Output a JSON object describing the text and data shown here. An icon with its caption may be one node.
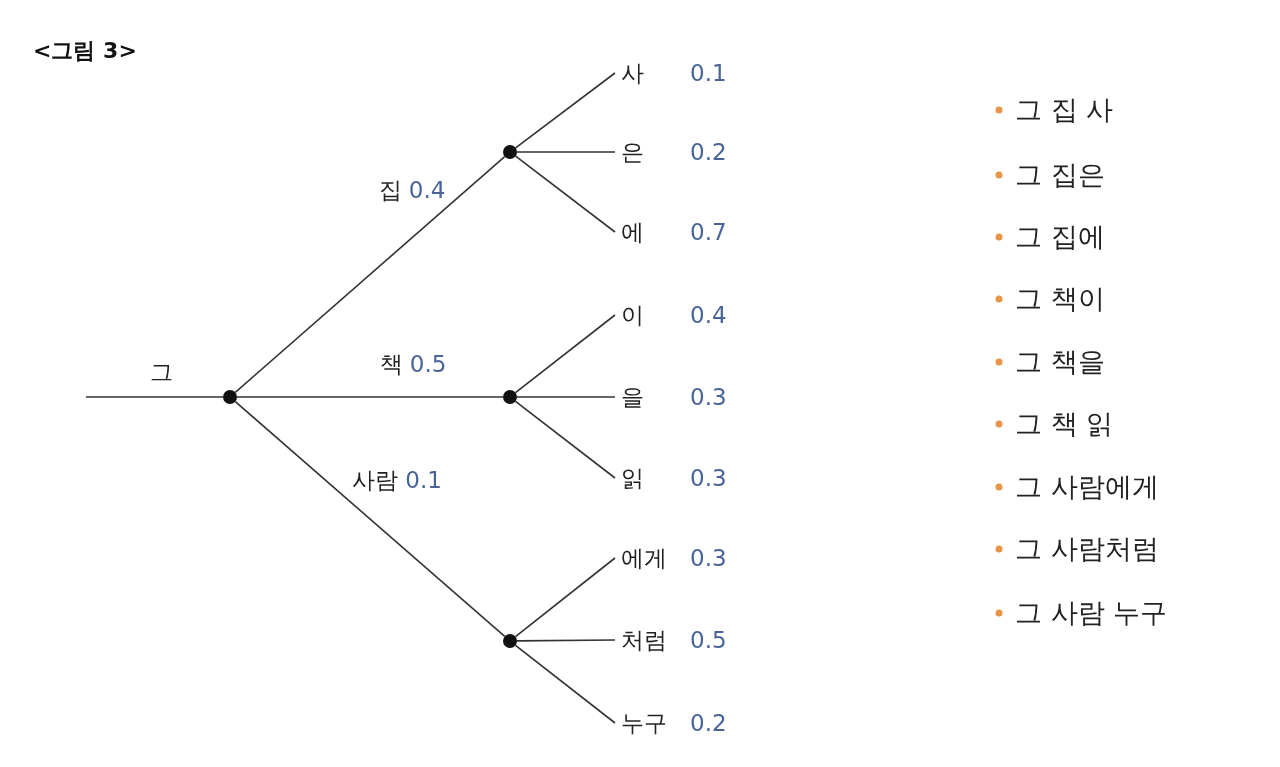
{
  "diagram": {
    "title": "<그림 3>",
    "nodes": [
      {
        "text": [],
        "shape": "circle"
      },
      {
        "text": [],
        "shape": "circle"
      },
      {
        "text": [],
        "shape": "circle"
      },
      {
        "text": [],
        "shape": "circle"
      },
      {
        "text": [
          "사"
        ],
        "beside": [
          "0.1"
        ]
      },
      {
        "text": [
          "은"
        ],
        "beside": [
          "0.2"
        ]
      },
      {
        "text": [
          "에"
        ],
        "beside": [
          "0.7"
        ]
      },
      {
        "text": [
          "이"
        ],
        "beside": [
          "0.4"
        ]
      },
      {
        "text": [
          "을"
        ],
        "beside": [
          "0.3"
        ]
      },
      {
        "text": [
          "읽"
        ],
        "beside": [
          "0.3"
        ]
      },
      {
        "text": [
          "에게"
        ],
        "beside": [
          "0.3"
        ]
      },
      {
        "text": [
          "처럼"
        ],
        "beside": [
          "0.5"
        ]
      },
      {
        "text": [
          "누구"
        ],
        "beside": [
          "0.2"
        ]
      }
    ],
    "edges": [
      {
        "from": null,
        "to": 0,
        "arrow": "none",
        "label": "그"
      },
      {
        "from": 0,
        "to": 1,
        "arrow": "none",
        "label": "집 0.4"
      },
      {
        "from": 0,
        "to": 2,
        "arrow": "none",
        "label": "책 0.5"
      },
      {
        "from": 0,
        "to": 3,
        "arrow": "none",
        "label": "사람 0.1"
      },
      {
        "from": 1,
        "to": 4,
        "arrow": "none"
      },
      {
        "from": 1,
        "to": 5,
        "arrow": "none"
      },
      {
        "from": 1,
        "to": 6,
        "arrow": "none"
      },
      {
        "from": 2,
        "to": 7,
        "arrow": "none"
      },
      {
        "from": 2,
        "to": 8,
        "arrow": "none"
      },
      {
        "from": 2,
        "to": 9,
        "arrow": "none"
      },
      {
        "from": 3,
        "to": 10,
        "arrow": "none"
      },
      {
        "from": 3,
        "to": 11,
        "arrow": "none"
      },
      {
        "from": 3,
        "to": 12,
        "arrow": "none"
      }
    ],
    "labels": [
      "그 집 사",
      "그 집은",
      "그 집에",
      "그 책이",
      "그 책을",
      "그 책 읽",
      "그 사람에게",
      "그 사람처럼",
      "그 사람 누구"
    ]
  }
}
